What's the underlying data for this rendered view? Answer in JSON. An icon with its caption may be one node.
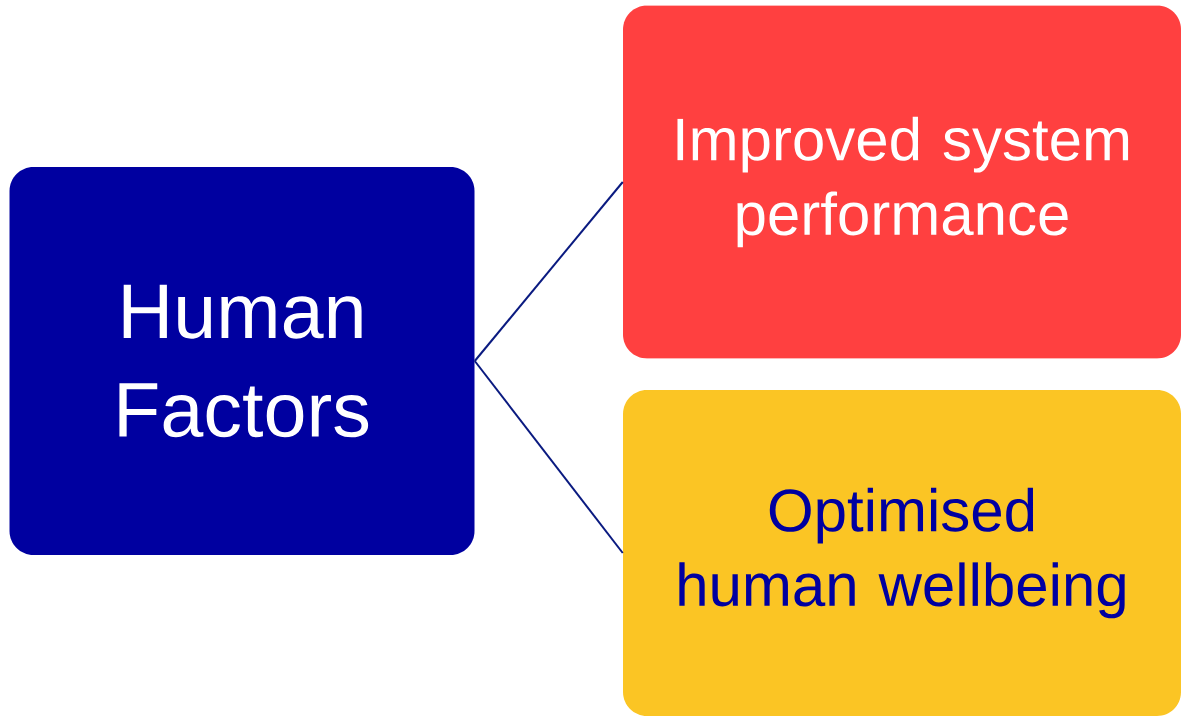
{
  "diagram": {
    "nodes": [
      {
        "text": [
          "Human Factors"
        ]
      },
      {
        "text": [
          "Improved system performance"
        ]
      },
      {
        "text": [
          "Optimised human wellbeing"
        ]
      }
    ],
    "edges": [
      {
        "from": 0,
        "to": 1,
        "arrow": "none"
      },
      {
        "from": 0,
        "to": 2,
        "arrow": "none"
      }
    ]
  }
}
